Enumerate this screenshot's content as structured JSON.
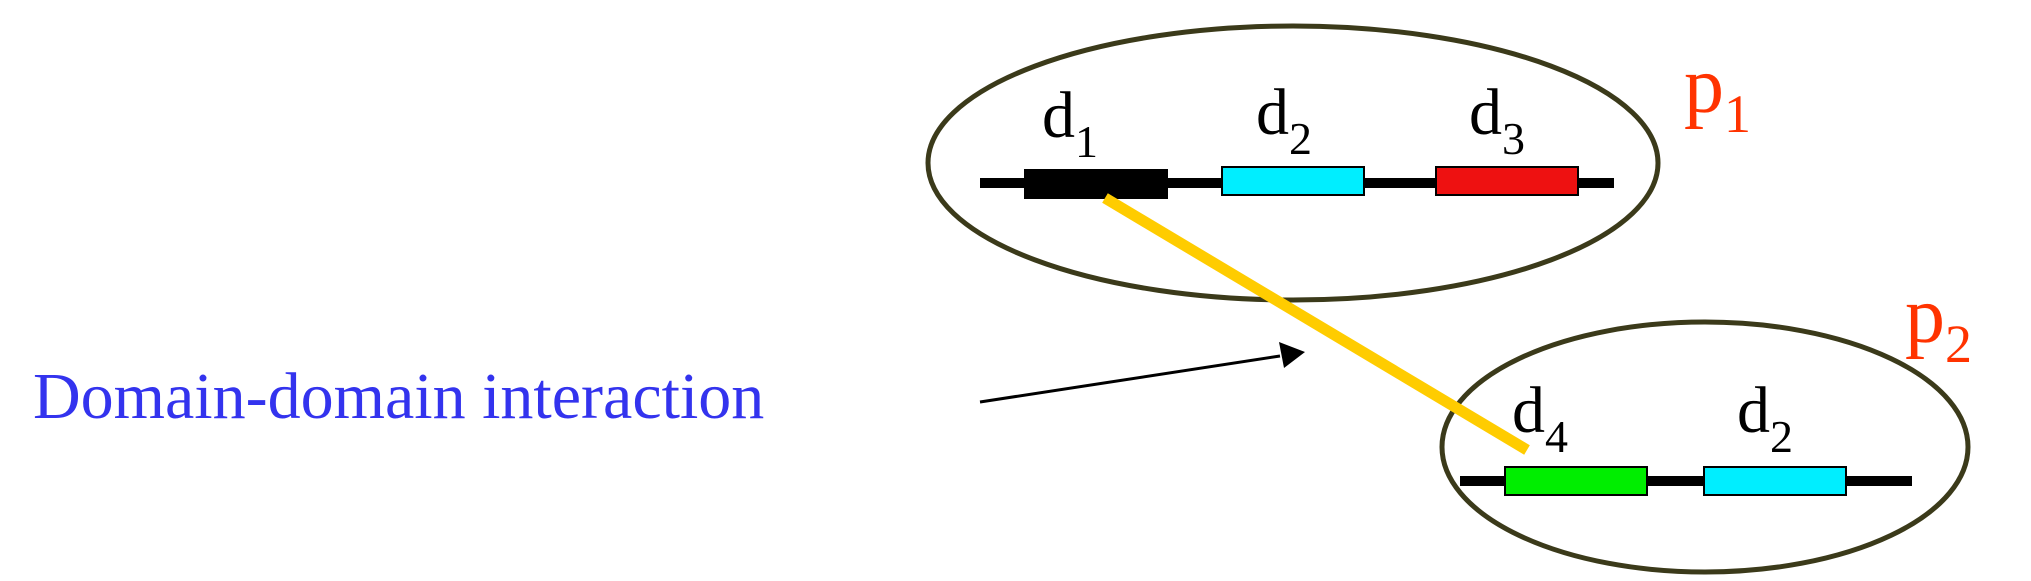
{
  "proteins": [
    {
      "label": {
        "base": "p",
        "sub": "1"
      },
      "domains": [
        {
          "base": "d",
          "sub": "1",
          "color": "#000000"
        },
        {
          "base": "d",
          "sub": "2",
          "color": "#00eeff"
        },
        {
          "base": "d",
          "sub": "3",
          "color": "#ee1111"
        }
      ]
    },
    {
      "label": {
        "base": "p",
        "sub": "2"
      },
      "domains": [
        {
          "base": "d",
          "sub": "4",
          "color": "#00ee00"
        },
        {
          "base": "d",
          "sub": "2",
          "color": "#00eeff"
        }
      ]
    }
  ],
  "interaction": {
    "label": "Domain-domain interaction",
    "label_color": "#3333ee",
    "line_color": "#ffcc00"
  },
  "colors": {
    "protein_outline": "#3b3a1a",
    "backbone": "#000000",
    "protein_label": "#ff3300"
  }
}
